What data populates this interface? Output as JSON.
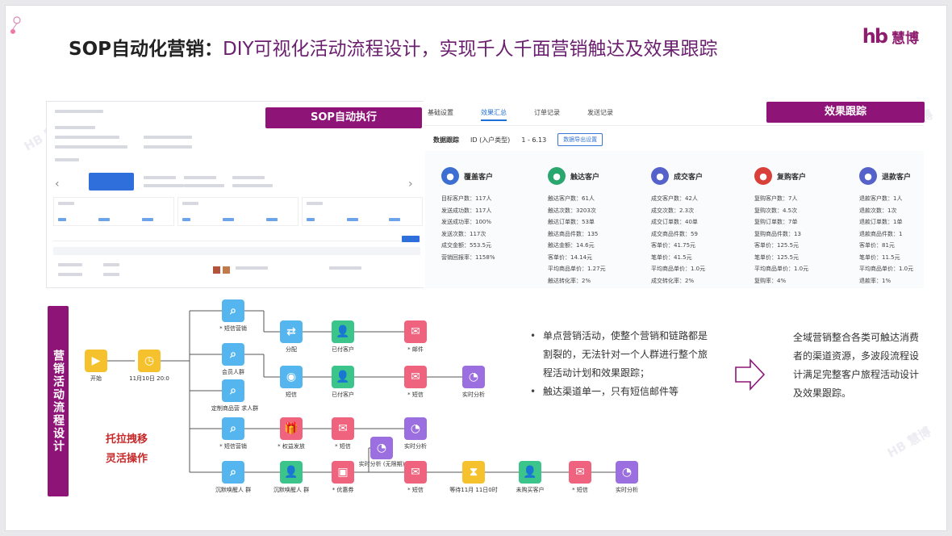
{
  "header": {
    "title_main": "SOP自动化营销：",
    "title_sub": "DIY可视化活动流程设计，实现千人千面营销触达及效果跟踪",
    "logo_mark": "hb",
    "logo_name": "慧博"
  },
  "badges": {
    "sop_exec": "SOP自动执行",
    "effect_track": "效果跟踪",
    "flow_design": "营销活动流程设计"
  },
  "tracking": {
    "tabs": [
      "基础设置",
      "效果汇总",
      "订单记录",
      "发送记录"
    ],
    "active_tab": 1,
    "filter_label": "数据跟踪",
    "filter_value": "ID (入户类型)",
    "filter_meta": "1 - 6.13",
    "export_label": "数据导出设置",
    "columns": [
      {
        "name": "覆盖客户",
        "color": "#3c6fd1",
        "rows": [
          "目标客户数：117人",
          "发送成功数：117人",
          "发送成功率：100%",
          "发送次数：117次",
          "成交金额：553.5元",
          "营销回报率：1158%"
        ]
      },
      {
        "name": "触达客户",
        "color": "#2aa66f",
        "rows": [
          "触达客户数：61人",
          "触达次数：3203次",
          "触达订单数：53单",
          "触达商品件数：135",
          "触达金额：14.6元",
          "客单价：14.14元",
          "平均商品单价：1.27元",
          "触达转化率：2%"
        ]
      },
      {
        "name": "成交客户",
        "color": "#5562c9",
        "rows": [
          "成交客户数：42人",
          "成交次数：2.3次",
          "成交订单数：40单",
          "成交商品件数：59",
          "客单价：41.75元",
          "笔单价：41.5元",
          "平均商品单价：1.0元",
          "成交转化率：2%"
        ]
      },
      {
        "name": "复购客户",
        "color": "#d9403a",
        "rows": [
          "复购客户数：7人",
          "复购次数：4.5次",
          "复购订单数：7单",
          "复购商品件数：13",
          "客单价：125.5元",
          "笔单价：125.5元",
          "平均商品单价：1.0元",
          "复购率：4%"
        ]
      },
      {
        "name": "退款客户",
        "color": "#5562c9",
        "rows": [
          "退款客户数：1人",
          "退款次数：1次",
          "退款订单数：1单",
          "退款商品件数：1",
          "客单价：81元",
          "笔单价：11.5元",
          "平均商品单价：1.0元",
          "退款率：1%"
        ]
      }
    ]
  },
  "flow": {
    "drag_text_1": "托拉拽移",
    "drag_text_2": "灵活操作",
    "start": "开始",
    "time_node": "11月10日 20:0",
    "branches": [
      {
        "trigger": "* 短信营销",
        "steps": [
          "分配",
          "已付客户",
          "* 邮件"
        ]
      },
      {
        "trigger": "会员人群",
        "steps": [
          "短信",
          "已付客户",
          "* 短信",
          "实时分析"
        ]
      },
      {
        "trigger": "定制商品营 求人群",
        "steps": []
      },
      {
        "trigger": "* 短信营销",
        "steps": [
          "* 权益发放",
          "* 短信",
          "实时分析"
        ]
      },
      {
        "trigger": "沉默唤醒人 群",
        "steps": [
          "沉默唤醒人 群",
          "* 优惠券",
          "* 短信",
          "等待11月 11日0时",
          "未购买客户",
          "* 短信",
          "实时分析"
        ]
      }
    ],
    "extra_node": "实时分析 (无限期)"
  },
  "description": {
    "points": [
      "单点营销活动，使整个营销和链路都是割裂的，无法针对一个人群进行整个旅程活动计划和效果跟踪；",
      "触达渠道单一，只有短信邮件等"
    ],
    "summary": "全域营销整合各类可触达消费者的渠道资源，多波段流程设计满足完整客户旅程活动设计及效果跟踪。"
  },
  "colors": {
    "brand": "#8e1478",
    "accent_blue": "#1f6fd6"
  }
}
